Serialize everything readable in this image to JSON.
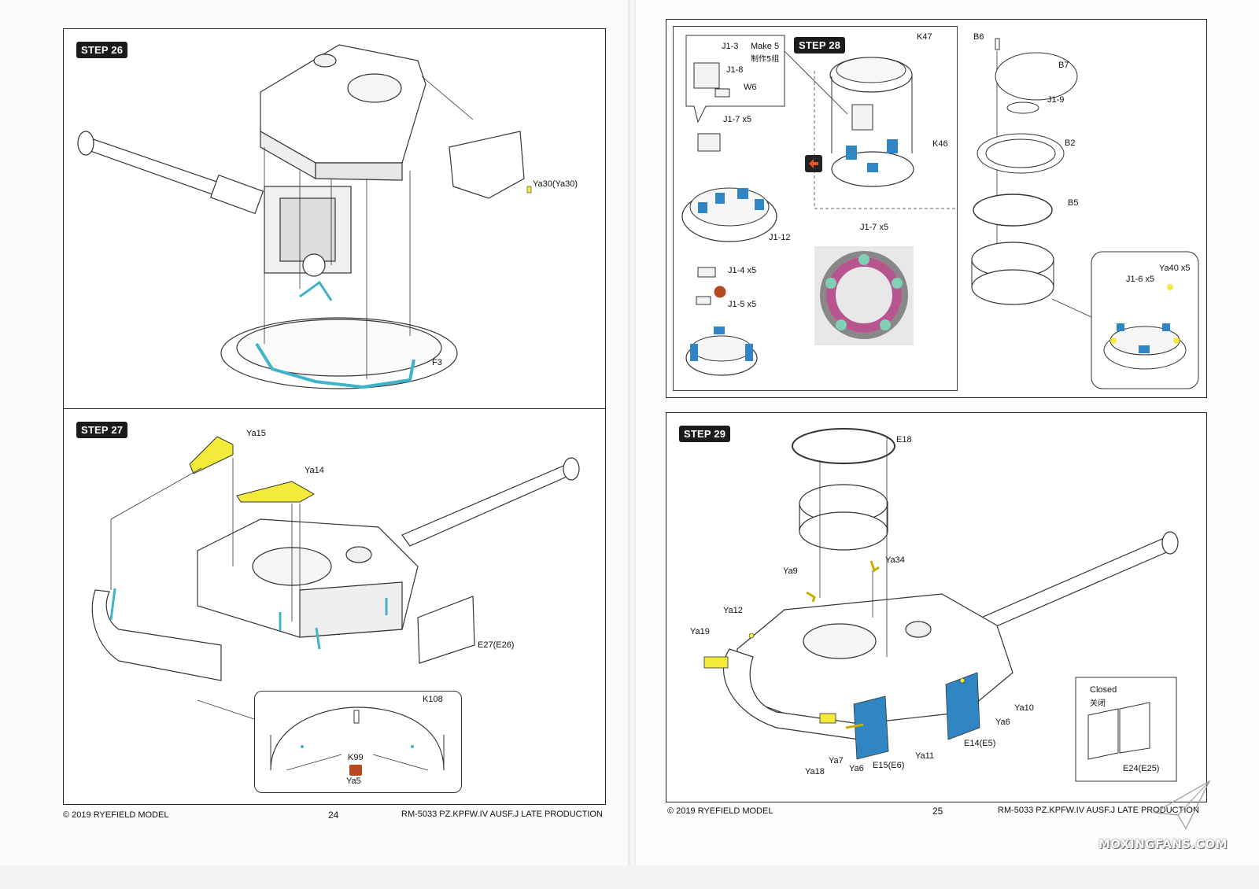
{
  "left_page": {
    "step26": {
      "badge": "STEP 26",
      "labels": {
        "ya30": "Ya30(Ya30)",
        "f3": "F3"
      }
    },
    "step27": {
      "badge": "STEP 27",
      "labels": {
        "ya15": "Ya15",
        "ya14": "Ya14",
        "e27": "E27(E26)",
        "k108": "K108",
        "k99": "K99",
        "ya5": "Ya5"
      }
    },
    "footer": {
      "copyright": "© 2019 RYEFIELD MODEL",
      "page_number": "24",
      "product": "RM-5033 PZ.KPFW.IV AUSF.J LATE PRODUCTION"
    }
  },
  "right_page": {
    "step28": {
      "badge": "STEP 28",
      "labels": {
        "j13": "J1-3",
        "make5": "Make 5",
        "make5_cn": "制作5组",
        "j18": "J1-8",
        "w6": "W6",
        "j17_top": "J1-7 x5",
        "j112": "J1-12",
        "j14": "J1-4 x5",
        "j15": "J1-5 x5",
        "j17_center": "J1-7 x5",
        "k47": "K47",
        "k46": "K46",
        "b6": "B6",
        "b7": "B7",
        "j19": "J1-9",
        "b2": "B2",
        "b5": "B5",
        "j16": "J1-6 x5",
        "ya40": "Ya40 x5"
      }
    },
    "step29": {
      "badge": "STEP 29",
      "labels": {
        "e18": "E18",
        "ya34": "Ya34",
        "ya9": "Ya9",
        "ya12": "Ya12",
        "ya19": "Ya19",
        "ya10": "Ya10",
        "ya6_right": "Ya6",
        "e14": "E14(E5)",
        "ya11": "Ya11",
        "ya7": "Ya7",
        "ya18": "Ya18",
        "ya6_left": "Ya6",
        "e15": "E15(E6)",
        "closed": "Closed",
        "closed_cn": "关闭",
        "e24": "E24(E25)"
      }
    },
    "footer": {
      "copyright": "© 2019 RYEFIELD MODEL",
      "page_number": "25",
      "product": "RM-5033 PZ.KPFW.IV AUSF.J LATE PRODUCTION"
    }
  },
  "watermark": "MOXINGFANS.COM",
  "colors": {
    "highlight_teal": "#3fb3c8",
    "highlight_yellow": "#f4ea3a",
    "highlight_blue": "#2f86c2",
    "highlight_magenta": "#b7558f",
    "highlight_mint": "#7fd0b5",
    "line": "#333333"
  }
}
